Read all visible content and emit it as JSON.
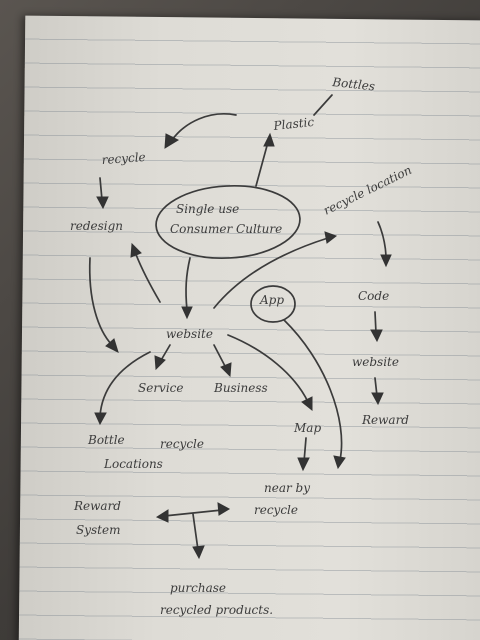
{
  "notes": {
    "bottles": "Bottles",
    "plastic": "Plastic",
    "recycle": "recycle",
    "redesign": "redesign",
    "center_line1": "Single use",
    "center_line2": "Consumer Culture",
    "recycle_location": "recycle location",
    "app": "App",
    "code": "Code",
    "website_right": "website",
    "reward": "Reward",
    "website_center": "website",
    "service": "Service",
    "business": "Business",
    "map": "Map",
    "bottle_line1": "Bottle",
    "bottle_line2": "Locations",
    "recycle_lower": "recycle",
    "near_by_line1": "near by",
    "near_by_line2": "recycle",
    "reward_system_line1": "Reward",
    "reward_system_line2": "System",
    "purchase_line1": "purchase",
    "purchase_line2": "recycled products."
  }
}
